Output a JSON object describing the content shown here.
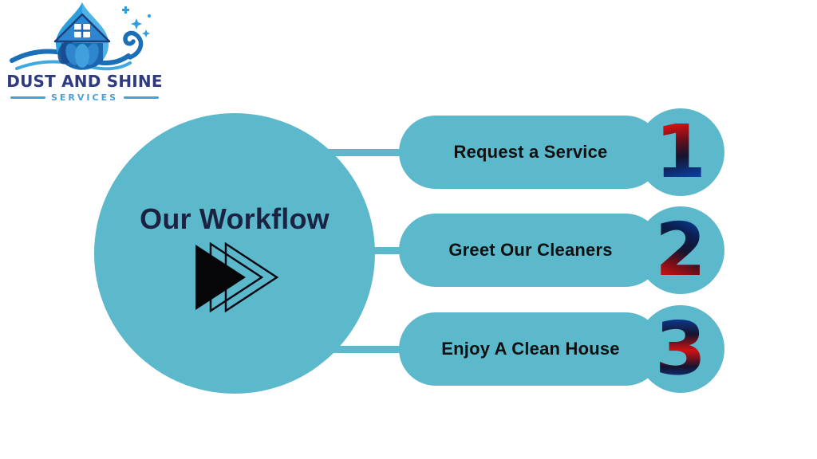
{
  "logo": {
    "company": "DUST AND SHINE",
    "tagline": "SERVICES"
  },
  "hub": {
    "title": "Our Workflow"
  },
  "steps": [
    {
      "number": "1",
      "label": "Request a Service"
    },
    {
      "number": "2",
      "label": "Greet Our Cleaners"
    },
    {
      "number": "3",
      "label": "Enjoy A Clean House"
    }
  ],
  "colors": {
    "shape_teal": "#5CB8CB",
    "hub_title_navy": "#1B2342",
    "step_label_black": "#101010",
    "logo_name_navy": "#2E3B80",
    "logo_tagline_blue": "#4A9FD4",
    "number_gradient_red": "#D01111",
    "number_gradient_navy": "#0B3E9C"
  }
}
